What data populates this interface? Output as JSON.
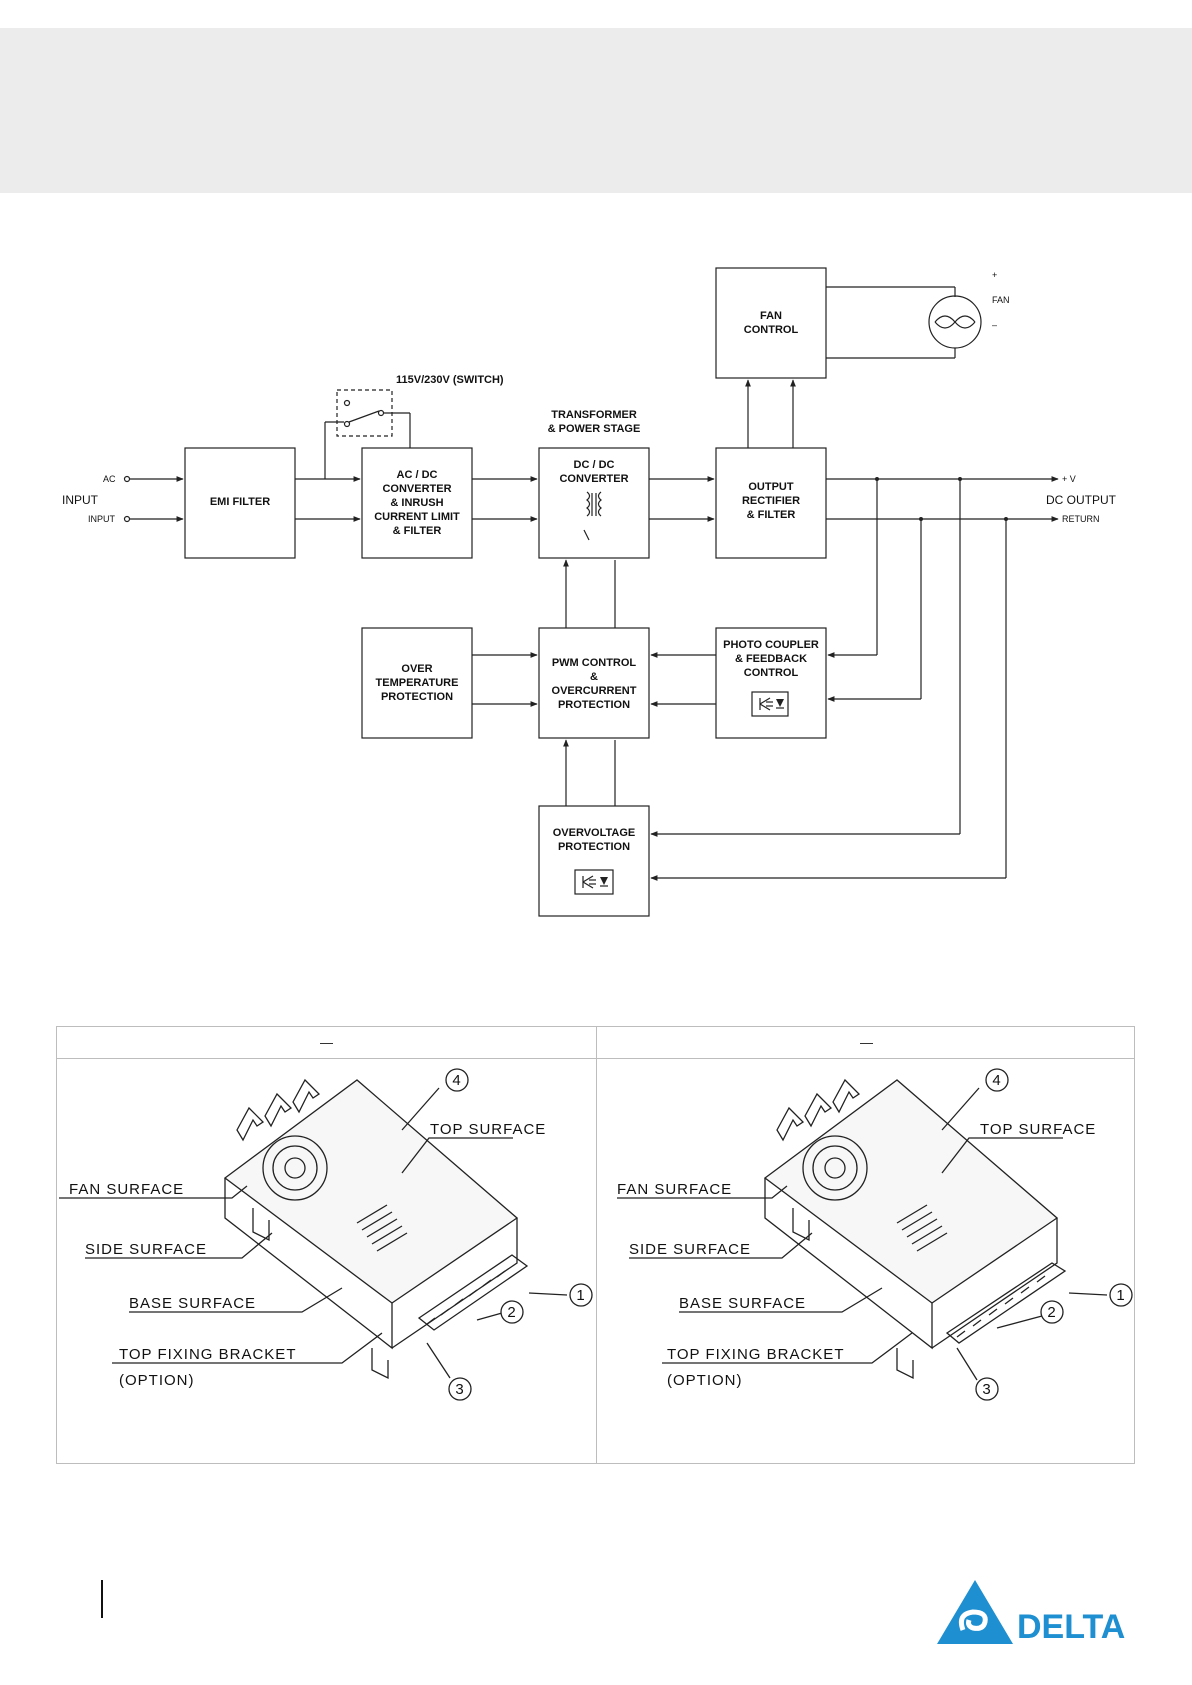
{
  "block_diagram": {
    "input": {
      "ac_label": "AC",
      "input_label": "INPUT",
      "input_small": "INPUT"
    },
    "emi_filter": "EMI FILTER",
    "switch_label": "115V/230V (SWITCH)",
    "acdc": [
      "AC / DC",
      "CONVERTER",
      "& INRUSH",
      "CURRENT LIMIT",
      "& FILTER"
    ],
    "transformer_title": [
      "TRANSFORMER",
      "& POWER STAGE"
    ],
    "dcdc": [
      "DC / DC",
      "CONVERTER"
    ],
    "fan_control": [
      "FAN",
      "CONTROL"
    ],
    "fan": {
      "plus": "+",
      "label": "FAN",
      "minus": "–"
    },
    "output_rectifier": [
      "OUTPUT",
      "RECTIFIER",
      "& FILTER"
    ],
    "output": {
      "plus_v": "+ V",
      "dc_output": "DC OUTPUT",
      "return": "RETURN"
    },
    "over_temp": [
      "OVER",
      "TEMPERATURE",
      "PROTECTION"
    ],
    "pwm": [
      "PWM CONTROL",
      "&",
      "OVERCURRENT",
      "PROTECTION"
    ],
    "photo_coupler": [
      "PHOTO COUPLER",
      "& FEEDBACK",
      "CONTROL"
    ],
    "overvoltage": [
      "OVERVOLTAGE",
      "PROTECTION"
    ]
  },
  "mechanical": {
    "columns": [
      {
        "header": "—",
        "labels": {
          "top_surface": "TOP  SURFACE",
          "fan_surface": "FAN  SURFACE",
          "side_surface": "SIDE  SURFACE",
          "base_surface": "BASE  SURFACE",
          "top_fixing_bracket": "TOP  FIXING  BRACKET",
          "option": "(OPTION)",
          "callouts": [
            "4",
            "1",
            "2",
            "3"
          ]
        }
      },
      {
        "header": "—",
        "labels": {
          "top_surface": "TOP  SURFACE",
          "fan_surface": "FAN  SURFACE",
          "side_surface": "SIDE  SURFACE",
          "base_surface": "BASE  SURFACE",
          "top_fixing_bracket": "TOP  FIXING  BRACKET",
          "option": "(OPTION)",
          "callouts": [
            "4",
            "1",
            "2",
            "3"
          ]
        }
      }
    ]
  },
  "footer": {
    "brand": "DELTA",
    "brand_color": "#1e8fd0"
  }
}
